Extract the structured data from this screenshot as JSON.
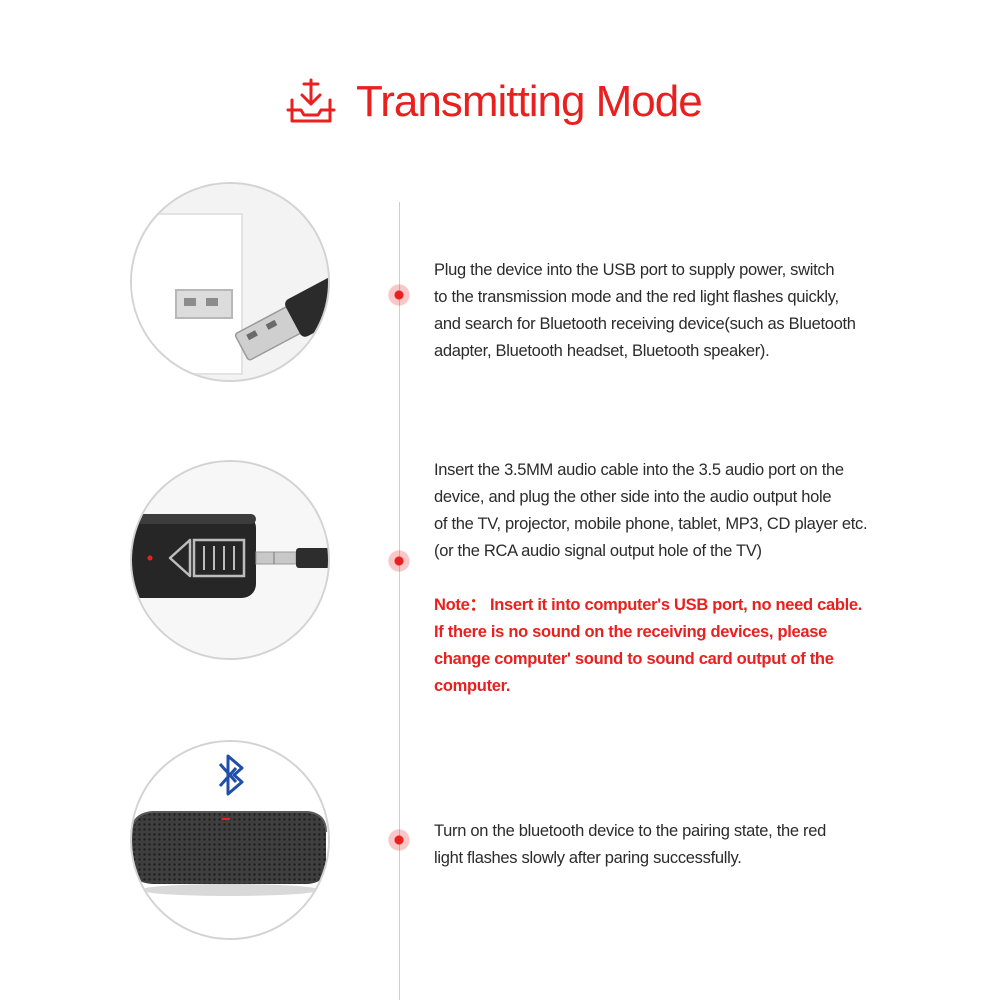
{
  "header": {
    "title": "Transmitting Mode",
    "icon": "download-tray-icon",
    "accent": "#e8201f"
  },
  "steps": [
    {
      "image": "usb-adapter-in-power-plug",
      "lines": [
        "Plug the device into the USB port to supply power, switch",
        "to the transmission mode and the red light flashes quickly,",
        "and search for Bluetooth receiving device(such as Bluetooth",
        " adapter, Bluetooth headset, Bluetooth speaker)."
      ]
    },
    {
      "image": "adapter-with-3.5mm-audio-cable",
      "lines": [
        "Insert the 3.5MM audio cable into the 3.5 audio port on the",
        "device, and plug the other side into the audio output hole",
        "of the TV, projector, mobile phone, tablet, MP3, CD player etc.",
        " (or the RCA audio signal output hole of the TV)"
      ],
      "note": [
        "Note：  Insert it into computer's USB port, no need cable.",
        "If there is no sound on the receiving devices, please",
        "change computer' sound to sound card output of the",
        "computer."
      ]
    },
    {
      "image": "bluetooth-speaker",
      "lines": [
        "Turn on the bluetooth device to the pairing state, the red",
        "light flashes slowly after paring successfully."
      ]
    }
  ]
}
